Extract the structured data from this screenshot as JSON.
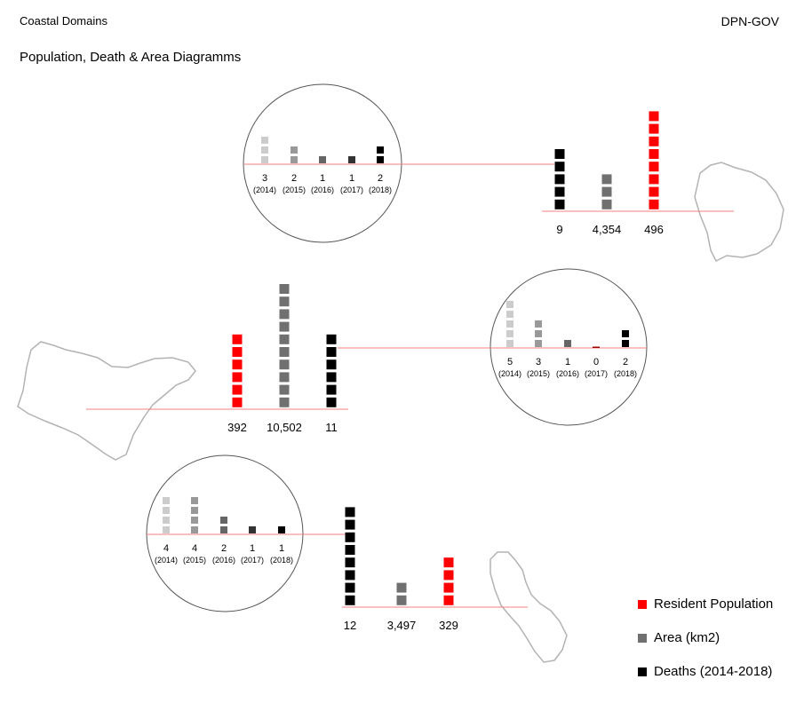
{
  "header": {
    "left": "Coastal Domains",
    "right": "DPN-GOV"
  },
  "title": "Population, Death & Area Diagramms",
  "colors": {
    "population": "#ff0000",
    "area": "#707070",
    "deaths": "#000000",
    "baseline": "#f08080",
    "circle": "#555555",
    "island": "#b3b3b3",
    "year_shades": [
      "#cccccc",
      "#999999",
      "#666666",
      "#333333",
      "#000000"
    ]
  },
  "legend": [
    {
      "label": "Resident Population",
      "color": "#ff0000"
    },
    {
      "label": "Area (km2)",
      "color": "#707070"
    },
    {
      "label": "Deaths (2014-2018)",
      "color": "#000000"
    }
  ],
  "chart_data": [
    {
      "type": "bar",
      "domain": 1,
      "title": "",
      "main_bars": [
        {
          "series": "Deaths (2014-2018)",
          "label": "9",
          "squares": 5
        },
        {
          "series": "Area (km2)",
          "label": "4,354",
          "squares": 3
        },
        {
          "series": "Resident Population",
          "label": "496",
          "squares": 8
        }
      ],
      "yearly_deaths": [
        {
          "year": "(2014)",
          "value": "3",
          "squares": 3
        },
        {
          "year": "(2015)",
          "value": "2",
          "squares": 2
        },
        {
          "year": "(2016)",
          "value": "1",
          "squares": 1
        },
        {
          "year": "(2017)",
          "value": "1",
          "squares": 1
        },
        {
          "year": "(2018)",
          "value": "2",
          "squares": 2
        }
      ]
    },
    {
      "type": "bar",
      "domain": 2,
      "title": "",
      "main_bars": [
        {
          "series": "Resident Population",
          "label": "392",
          "squares": 6
        },
        {
          "series": "Area (km2)",
          "label": "10,502",
          "squares": 10
        },
        {
          "series": "Deaths (2014-2018)",
          "label": "11",
          "squares": 6
        }
      ],
      "yearly_deaths": [
        {
          "year": "(2014)",
          "value": "5",
          "squares": 5
        },
        {
          "year": "(2015)",
          "value": "3",
          "squares": 3
        },
        {
          "year": "(2016)",
          "value": "1",
          "squares": 1
        },
        {
          "year": "(2017)",
          "value": "0",
          "squares": 0
        },
        {
          "year": "(2018)",
          "value": "2",
          "squares": 2
        }
      ]
    },
    {
      "type": "bar",
      "domain": 3,
      "title": "",
      "main_bars": [
        {
          "series": "Deaths (2014-2018)",
          "label": "12",
          "squares": 8
        },
        {
          "series": "Area (km2)",
          "label": "3,497",
          "squares": 2
        },
        {
          "series": "Resident Population",
          "label": "329",
          "squares": 4
        }
      ],
      "yearly_deaths": [
        {
          "year": "(2014)",
          "value": "4",
          "squares": 4
        },
        {
          "year": "(2015)",
          "value": "4",
          "squares": 4
        },
        {
          "year": "(2016)",
          "value": "2",
          "squares": 2
        },
        {
          "year": "(2017)",
          "value": "1",
          "squares": 1
        },
        {
          "year": "(2018)",
          "value": "1",
          "squares": 1
        }
      ]
    }
  ]
}
